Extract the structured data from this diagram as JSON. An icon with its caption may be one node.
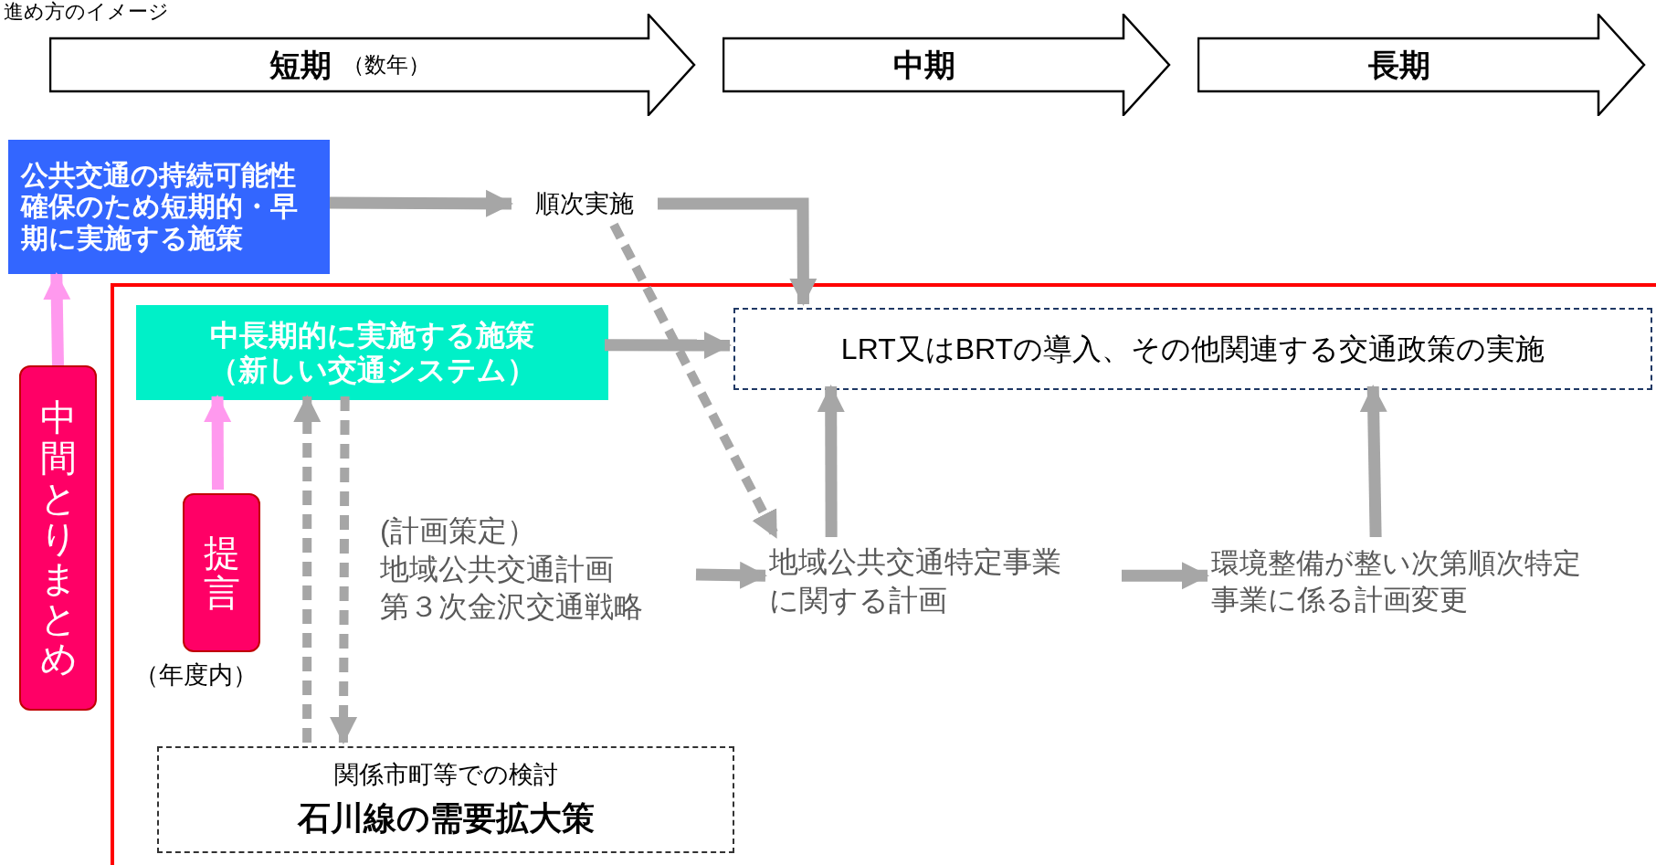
{
  "diagram": {
    "title": "進め方のイメージ",
    "nodes": [
      {
        "text": [
          "短期",
          "（数年）"
        ]
      },
      {
        "text": [
          "中期"
        ]
      },
      {
        "text": [
          "長期"
        ]
      },
      {
        "text": [
          "公共交通の持続可能性確保のため短期的・早期に実施する施策"
        ]
      },
      {
        "text": [
          "順次実施"
        ]
      },
      {
        "text": [],
        "shape": "box"
      },
      {
        "text": [
          "中間とりまとめ"
        ]
      },
      {
        "text": [
          "中長期的に実施する施策",
          "（新しい交通システム）"
        ],
        "in": 5
      },
      {
        "text": [
          "LRT又はBRTの導入、その他関連する交通政策の実施"
        ],
        "in": 5
      },
      {
        "text": [
          "提言"
        ],
        "in": 5,
        "beside": [
          "（年度内）"
        ]
      },
      {
        "text": [
          "(計画策定）",
          "地域公共交通計画",
          "第３次金沢交通戦略"
        ],
        "in": 5
      },
      {
        "text": [
          "地域公共交通特定事業に関する計画"
        ],
        "in": 5
      },
      {
        "text": [
          "環境整備が整い次第順次特定事業に係る計画変更"
        ],
        "in": 5
      },
      {
        "text": [
          "関係市町等での検討",
          "石川線の需要拡大策"
        ],
        "in": 5
      }
    ],
    "edges": [
      {
        "from": 3,
        "to": 4,
        "arrow": "to"
      },
      {
        "from": 4,
        "to": 8,
        "arrow": "to"
      },
      {
        "from": 4,
        "to": 11,
        "arrow": "to",
        "style": "dashed"
      },
      {
        "from": 6,
        "to": 3,
        "arrow": "to",
        "color": "#ff99ee"
      },
      {
        "from": 7,
        "to": 8,
        "arrow": "to"
      },
      {
        "from": 9,
        "to": 7,
        "arrow": "to",
        "color": "#ff99ee"
      },
      {
        "from": 13,
        "to": 7,
        "arrow": "to",
        "style": "dashed"
      },
      {
        "from": 7,
        "to": 13,
        "arrow": "to",
        "style": "dashed"
      },
      {
        "from": 10,
        "to": 11,
        "arrow": "to"
      },
      {
        "from": 11,
        "to": 8,
        "arrow": "to"
      },
      {
        "from": 11,
        "to": 12,
        "arrow": "to"
      },
      {
        "from": 12,
        "to": 8,
        "arrow": "to"
      }
    ]
  }
}
